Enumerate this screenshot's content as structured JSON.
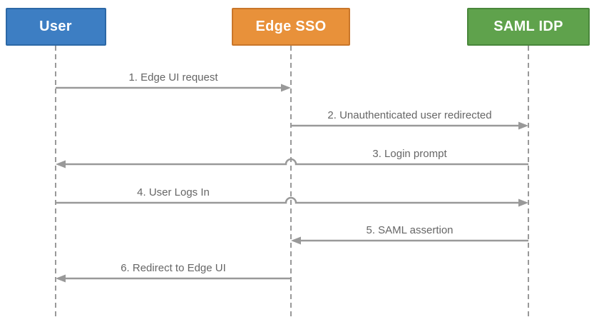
{
  "diagram": {
    "type": "sequence-diagram",
    "actors": [
      {
        "id": "user",
        "label": "User",
        "fill": "#3D7EC3",
        "border": "#2C68A6"
      },
      {
        "id": "edge-sso",
        "label": "Edge SSO",
        "fill": "#E8913A",
        "border": "#C9762A"
      },
      {
        "id": "saml-idp",
        "label": "SAML IDP",
        "fill": "#5FA24C",
        "border": "#49873B"
      }
    ],
    "messages": [
      {
        "label": "1. Edge UI request",
        "from": "user",
        "to": "edge-sso"
      },
      {
        "label": "2. Unauthenticated user redirected",
        "from": "edge-sso",
        "to": "saml-idp"
      },
      {
        "label": "3. Login prompt",
        "from": "saml-idp",
        "to": "user"
      },
      {
        "label": "4. User Logs In",
        "from": "user",
        "to": "saml-idp"
      },
      {
        "label": "5. SAML assertion",
        "from": "saml-idp",
        "to": "edge-sso"
      },
      {
        "label": "6. Redirect to Edge UI",
        "from": "edge-sso",
        "to": "user"
      }
    ],
    "colors": {
      "line": "#999999",
      "label_text": "#666666",
      "actor_text": "#FFFFFF",
      "background": "#FFFFFF"
    }
  }
}
